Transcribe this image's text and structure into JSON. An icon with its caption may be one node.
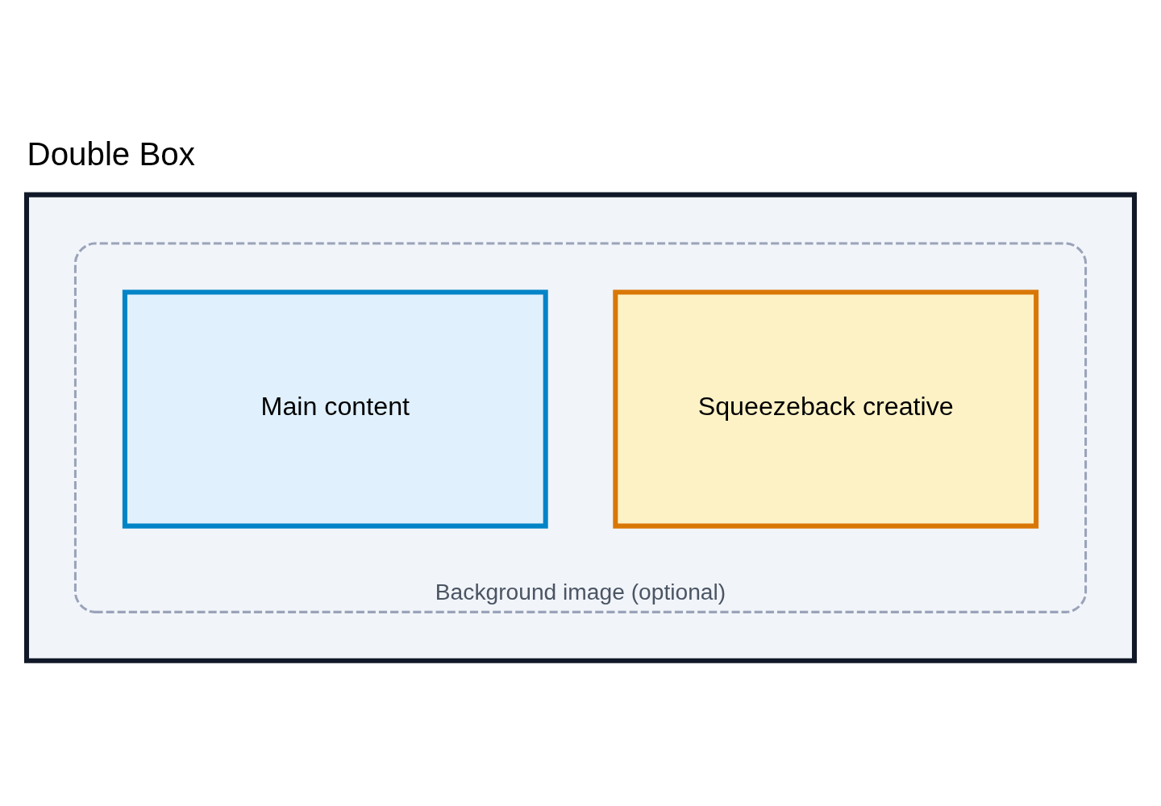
{
  "diagram": {
    "title": "Double Box",
    "nodes": [
      {
        "text": [],
        "shape": "box"
      },
      {
        "text": [
          "Background image (optional)"
        ],
        "in": 0
      },
      {
        "text": [
          "Main content"
        ],
        "in": 1
      },
      {
        "text": [
          "Squeezeback creative"
        ],
        "in": 1
      }
    ]
  }
}
